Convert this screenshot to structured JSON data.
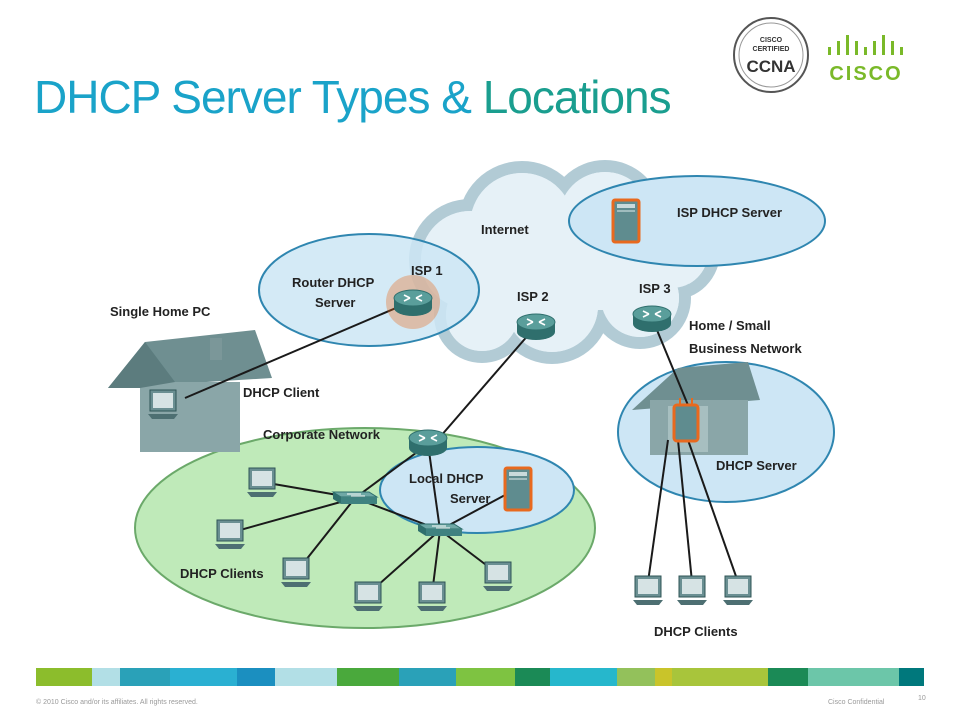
{
  "title": {
    "part1": "DHCP Server Types & ",
    "part2": "Locations"
  },
  "badge": {
    "line1": "CISCO",
    "line2": "CERTIFIED",
    "line3": "CCNA"
  },
  "logo": {
    "text": "CISCO"
  },
  "labels": {
    "internet": "Internet",
    "isp_dhcp_server": "ISP DHCP Server",
    "router_dhcp_1": "Router DHCP",
    "router_dhcp_2": "Server",
    "isp1": "ISP 1",
    "isp2": "ISP 2",
    "isp3": "ISP 3",
    "single_home_pc": "Single Home PC",
    "dhcp_client": "DHCP Client",
    "home_small_1": "Home / Small",
    "home_small_2": "Business Network",
    "corporate_network": "Corporate Network",
    "local_dhcp_1": "Local DHCP",
    "local_dhcp_2": "Server",
    "dhcp_server": "DHCP Server",
    "dhcp_clients_left": "DHCP Clients",
    "dhcp_clients_right": "DHCP Clients"
  },
  "footer": {
    "copyright": "© 2010 Cisco and/or its affiliates. All rights reserved.",
    "confidential": "Cisco Confidential",
    "page_number": "10"
  },
  "colors": {
    "title_blue": "#1aa3c9",
    "title_teal": "#1a9e8f",
    "cisco_green": "#7ab929",
    "bubble_blue": "#cde6f5",
    "corporate_green": "#bfeab9",
    "router_teal": "#4a8e8c",
    "server_orange": "#e8691e"
  },
  "stripe_colors": [
    "#8cbd2c",
    "#b2dfe6",
    "#2aa1b8",
    "#2ab0d2",
    "#1b8fc0",
    "#b2dfe6",
    "#4aa93c",
    "#2aa1b8",
    "#7ec341",
    "#1b8a56",
    "#26b7cc",
    "#93c15b",
    "#c9c42a",
    "#a8c53b",
    "#1b8a56",
    "#6cc6a9",
    "#00787c"
  ]
}
